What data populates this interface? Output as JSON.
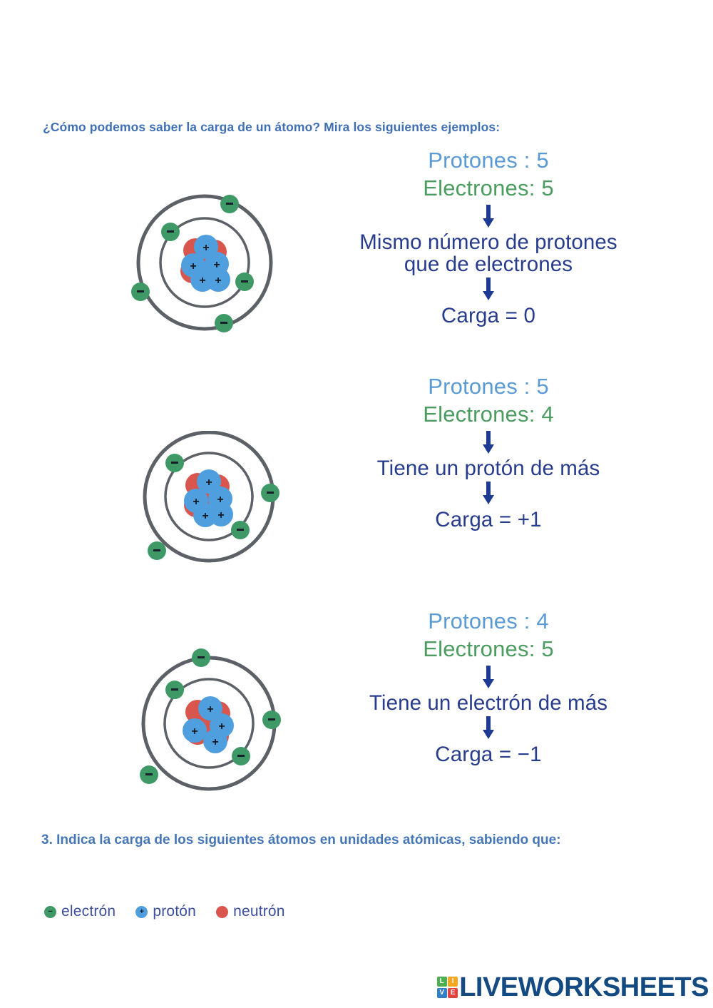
{
  "page": {
    "background": "#ffffff",
    "heading": "¿Cómo podemos saber la carga de un átomo? Mira los siguientes ejemplos:"
  },
  "colors": {
    "heading_blue": "#3f6fb5",
    "protons_blue": "#5b9bd5",
    "electrons_green": "#4a9d5f",
    "statement_navy": "#283c8e",
    "orbit_gray": "#5b6166",
    "electron_green": "#3e9967",
    "proton_blue": "#4f9ede",
    "neutron_red": "#d9564e",
    "question_blue": "#4576b8",
    "logo_navy": "#134a82"
  },
  "examples": [
    {
      "id": "example-neutral",
      "protons_label": "Protones : 5",
      "electrons_label": "Electrones: 5",
      "statement": "Mismo número de protones",
      "statement_line2": "que de electrones",
      "charge": "Carga = 0",
      "arrow1_icon": "down-arrow-icon",
      "arrow2_icon": "down-arrow-icon",
      "atom": {
        "protons": 5,
        "neutrons": 5,
        "electrons": 5,
        "rings": 2
      }
    },
    {
      "id": "example-cation",
      "protons_label": "Protones : 5",
      "electrons_label": "Electrones: 4",
      "statement": "Tiene un protón de más",
      "statement_line2": "",
      "charge": "Carga = +1",
      "arrow1_icon": "down-arrow-icon",
      "arrow2_icon": "down-arrow-icon",
      "atom": {
        "protons": 5,
        "neutrons": 5,
        "electrons": 4,
        "rings": 2
      }
    },
    {
      "id": "example-anion",
      "protons_label": "Protones : 4",
      "electrons_label": "Electrones: 5",
      "statement": "Tiene un electrón de más",
      "statement_line2": "",
      "charge": "Carga = −1",
      "arrow1_icon": "down-arrow-icon",
      "arrow2_icon": "down-arrow-icon",
      "atom": {
        "protons": 4,
        "neutrons": 5,
        "electrons": 5,
        "rings": 2
      }
    }
  ],
  "question3": {
    "text": "3. Indica la carga de los siguientes átomos en unidades atómicas, sabiendo que:"
  },
  "legend": {
    "items": [
      {
        "icon": "electron-dot-icon",
        "symbol": "−",
        "label": "electrón",
        "color": "#3e9967"
      },
      {
        "icon": "proton-dot-icon",
        "symbol": "+",
        "label": "protón",
        "color": "#4f9ede"
      },
      {
        "icon": "neutron-dot-icon",
        "symbol": "",
        "label": "neutrón",
        "color": "#d9564e"
      }
    ]
  },
  "logo": {
    "squares": [
      "L",
      "I",
      "V",
      "E"
    ],
    "wordmark": "LIVEWORKSHEETS"
  }
}
